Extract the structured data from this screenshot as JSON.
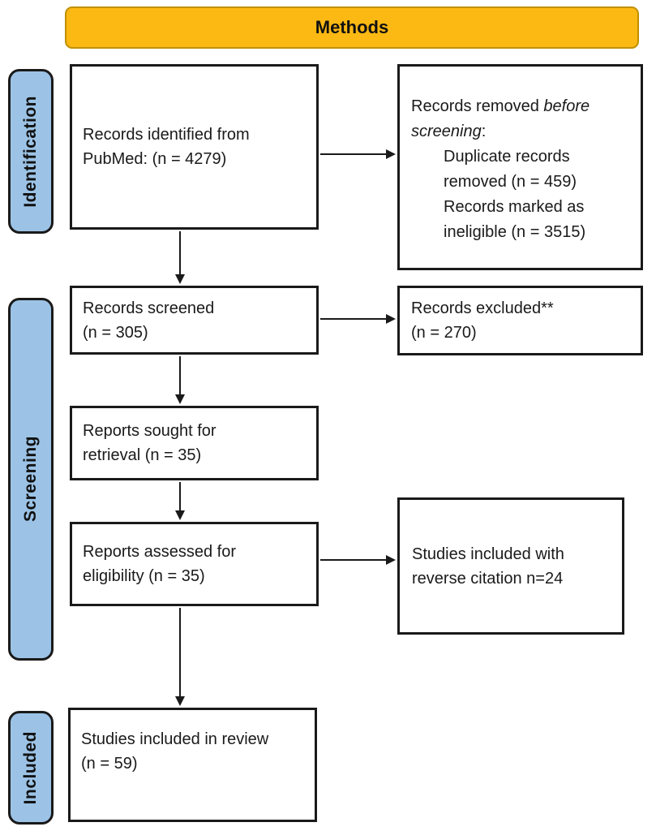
{
  "header": {
    "title": "Methods",
    "bg_color": "#FDB913",
    "border_color": "#BF9000"
  },
  "stages": [
    {
      "label": "Identification"
    },
    {
      "label": "Screening"
    },
    {
      "label": "Included"
    }
  ],
  "colors": {
    "stage_bg": "#9CC3E6",
    "box_border": "#1a1a1a",
    "arrow": "#1a1a1a",
    "background": "#ffffff"
  },
  "boxes": {
    "records_identified": {
      "line1": "Records identified from",
      "line2": "PubMed: (n = 4279)"
    },
    "records_removed": {
      "l1_normal": "Records removed ",
      "l1_italic": "before",
      "l2_italic": "screening",
      "l2_colon": ":",
      "items": [
        "Duplicate records",
        "removed (n = 459)",
        "Records marked as",
        "ineligible (n = 3515)"
      ]
    },
    "records_screened": {
      "line1": "Records screened",
      "line2": "(n = 305)"
    },
    "records_excluded": {
      "line1": "Records excluded**",
      "line2": "(n = 270)"
    },
    "reports_sought": {
      "line1": "Reports sought for",
      "line2": "retrieval (n = 35)"
    },
    "reports_assessed": {
      "line1": "Reports assessed for",
      "line2": "eligibility (n = 35)"
    },
    "studies_reverse": {
      "line1": "Studies included with",
      "line2": "reverse citation n=24"
    },
    "studies_included": {
      "line1": "Studies included in review",
      "line2": "(n = 59)"
    }
  }
}
